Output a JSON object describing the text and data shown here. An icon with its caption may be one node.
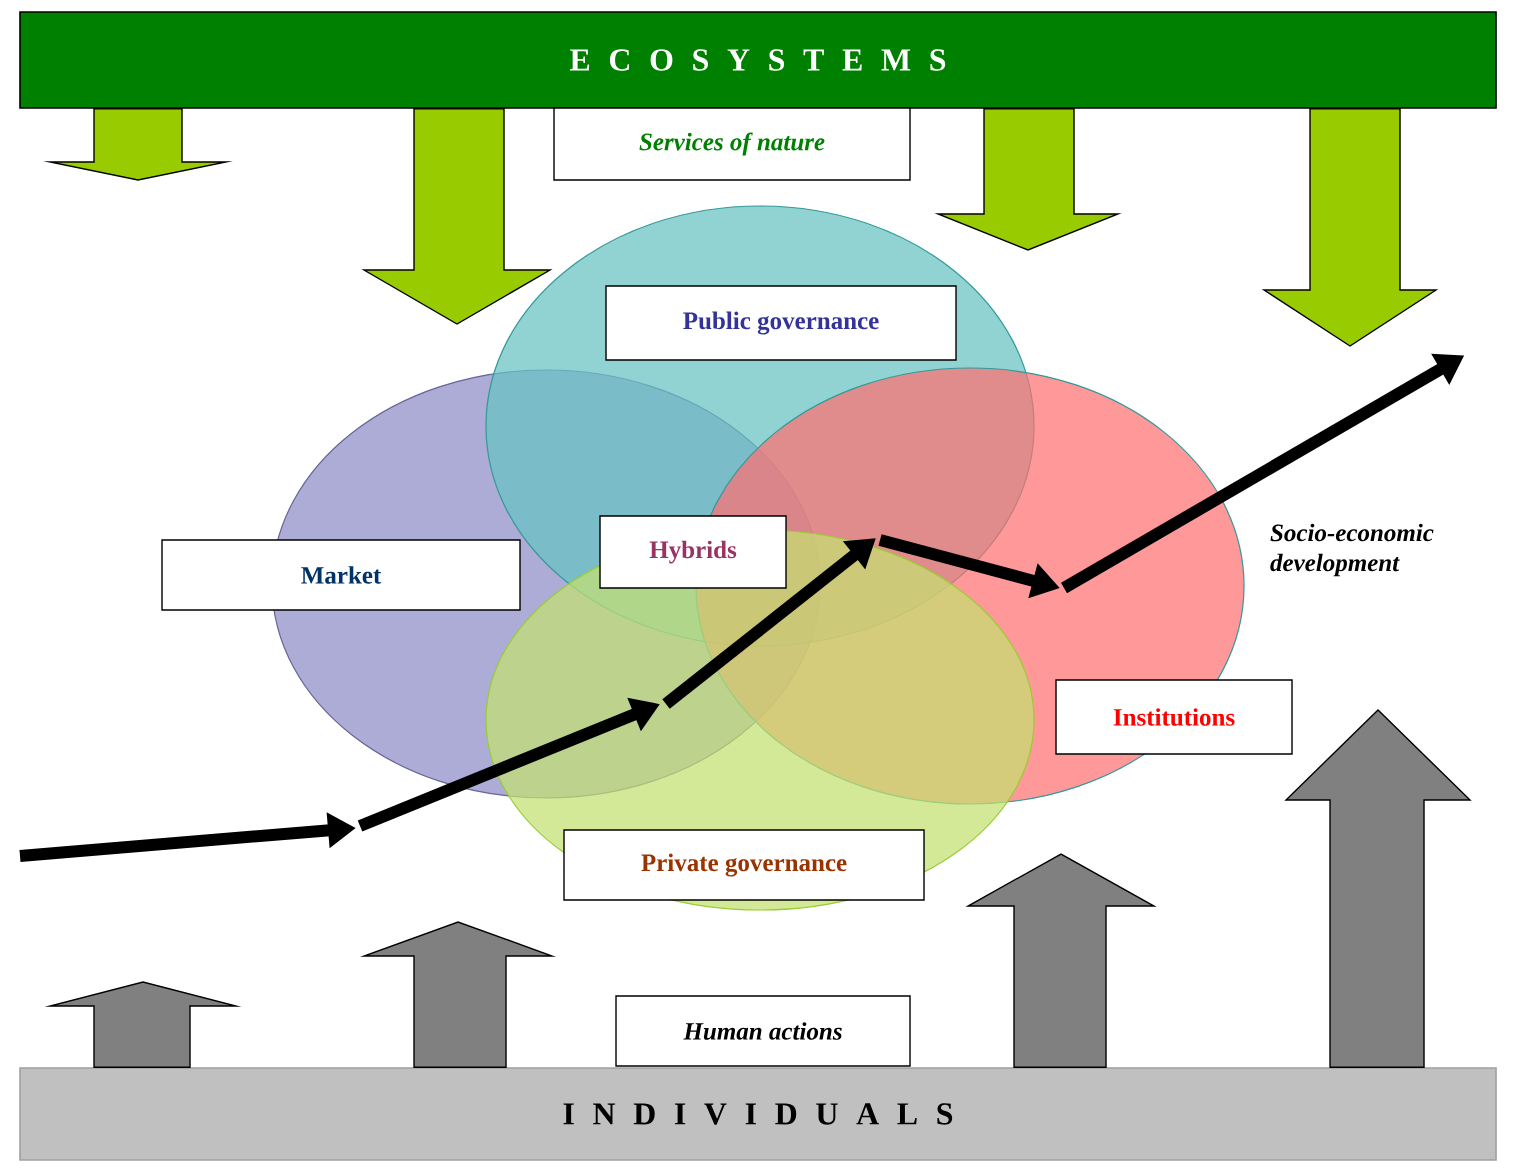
{
  "diagram": {
    "nodes": [
      {
        "text": [
          "E C O S Y S T E M S"
        ]
      },
      {
        "text": [
          "Services of nature"
        ]
      },
      {
        "text": [
          "Public governance"
        ]
      },
      {
        "text": [
          "Market"
        ]
      },
      {
        "text": [
          "Hybrids"
        ]
      },
      {
        "text": [
          "Institutions"
        ]
      },
      {
        "text": [
          "Private governance"
        ]
      },
      {
        "text": [
          "Human actions"
        ]
      },
      {
        "text": [
          "I N D I V I D U A L S"
        ]
      },
      {
        "text": [
          "Socio-economic development"
        ]
      }
    ],
    "edges": [
      {
        "from": null,
        "to": 9,
        "arrow": "to"
      },
      {
        "from": 0,
        "to": null,
        "arrow": "to",
        "color": "#99cc00"
      },
      {
        "from": 0,
        "to": null,
        "arrow": "to",
        "color": "#99cc00"
      },
      {
        "from": 0,
        "to": null,
        "arrow": "to",
        "color": "#99cc00"
      },
      {
        "from": 0,
        "to": null,
        "arrow": "to",
        "color": "#99cc00"
      },
      {
        "from": 8,
        "to": null,
        "arrow": "to",
        "color": "#808080"
      },
      {
        "from": 8,
        "to": null,
        "arrow": "to",
        "color": "#808080"
      },
      {
        "from": 8,
        "to": null,
        "arrow": "to",
        "color": "#808080"
      },
      {
        "from": 8,
        "to": null,
        "arrow": "to",
        "color": "#808080"
      }
    ]
  }
}
